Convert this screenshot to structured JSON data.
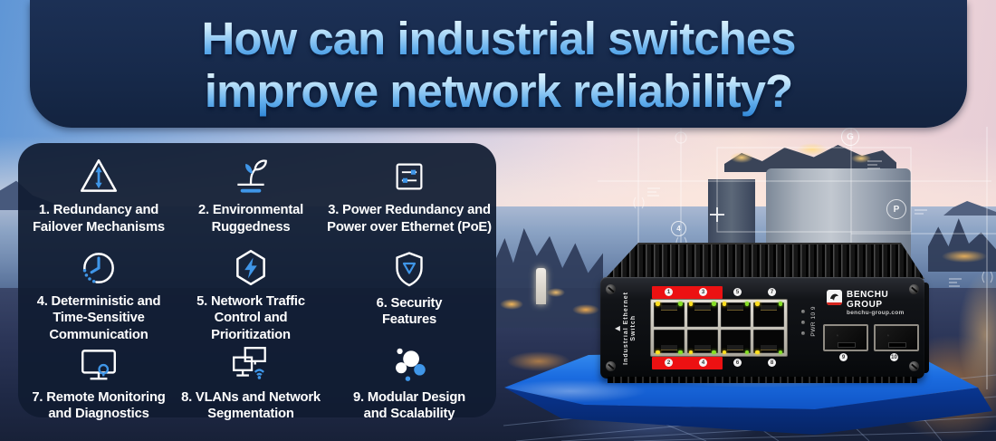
{
  "title": {
    "line1": "How can industrial switches",
    "line2": "improve network reliability?"
  },
  "features": [
    {
      "label": "1. Redundancy and\nFailover Mechanisms",
      "icon": "failover-triangle-icon"
    },
    {
      "label": "2. Environmental\nRuggedness",
      "icon": "sprout-icon"
    },
    {
      "label": "3. Power Redundancy and\nPower over Ethernet (PoE)",
      "icon": "power-settings-icon"
    },
    {
      "label": "4. Deterministic and\nTime-Sensitive\nCommunication",
      "icon": "clock-icon"
    },
    {
      "label": "5. Network Traffic\nControl and\nPrioritization",
      "icon": "lightning-hexagon-icon"
    },
    {
      "label": "6. Security\nFeatures",
      "icon": "shield-icon"
    },
    {
      "label": "7. Remote Monitoring\nand Diagnostics",
      "icon": "monitor-diagnostics-icon"
    },
    {
      "label": "8. VLANs and Network\nSegmentation",
      "icon": "network-segmentation-icon"
    },
    {
      "label": "9. Modular Design\nand Scalability",
      "icon": "modular-circles-icon"
    }
  ],
  "device": {
    "side_arrow": "▶",
    "side_label_line1": "Industrial Ethernet",
    "side_label_line2": "Switch",
    "brand": "BENCHU GROUP",
    "website": "benchu-group.com",
    "pwr_label": "PWR 10 9",
    "port_numbers_top": [
      "1",
      "3",
      "5",
      "7"
    ],
    "port_numbers_bottom": [
      "2",
      "4",
      "6",
      "8"
    ],
    "sfp_numbers": [
      "9",
      "10"
    ]
  },
  "background_overlay": {
    "symbols": [
      "G",
      "P",
      "4"
    ]
  },
  "colors": {
    "banner_navy": "#17294b",
    "panel_navy": "#101c32",
    "title_blue_light": "#c6e7fb",
    "title_blue_deep": "#2f86d6",
    "icon_accent_blue": "#3f96e8",
    "port_highlight_red": "#ec1112",
    "platform_blue": "#1b6ce0",
    "led_yellow": "#ffdf1e",
    "led_green": "#86df25"
  }
}
